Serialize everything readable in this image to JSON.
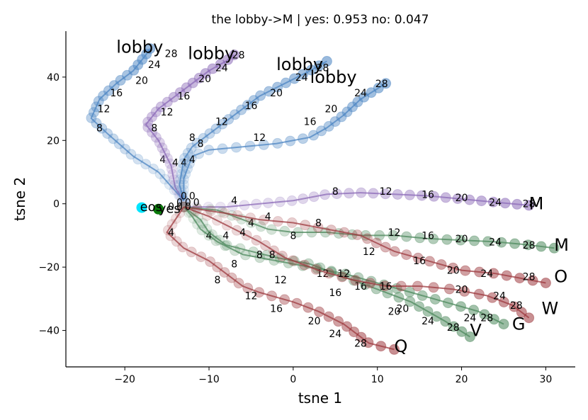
{
  "chart_data": {
    "type": "scatter",
    "title": "the lobby->M | yes: 0.953 no: 0.047",
    "xlabel": "tsne 1",
    "ylabel": "tsne 2",
    "xlim": [
      -27,
      33.5
    ],
    "ylim": [
      -51.5,
      54.5
    ],
    "xticks": [
      -20,
      -10,
      0,
      10,
      20,
      30
    ],
    "yticks": [
      -40,
      -20,
      0,
      20,
      40
    ],
    "grid": false,
    "colors": {
      "blue": "#4d86c3",
      "purple": "#8c6bb8",
      "green": "#4e8a5e",
      "red": "#9e3a3f",
      "eos": "#00e5ff",
      "yes": "#0a7a0a"
    },
    "markers": [
      {
        "label": "eos",
        "x": -18,
        "y": -1.2,
        "color": "eos"
      },
      {
        "label": "yes",
        "x": -16,
        "y": -1.7,
        "color": "yes"
      }
    ],
    "series": [
      {
        "color": "blue",
        "end_label": "lobby",
        "end": [
          -21,
          49.5
        ],
        "waypoints": [
          [
            -13,
            1
          ],
          [
            -14,
            4
          ],
          [
            -16,
            10
          ],
          [
            -19,
            15
          ],
          [
            -22,
            22
          ],
          [
            -24,
            27
          ],
          [
            -23,
            33
          ],
          [
            -21,
            38
          ],
          [
            -19,
            42
          ],
          [
            -17.5,
            47
          ],
          [
            -17,
            49
          ]
        ],
        "step_labels": [
          {
            "t": "4",
            "x": -15.5,
            "y": 14
          },
          {
            "t": "8",
            "x": -23,
            "y": 24
          },
          {
            "t": "12",
            "x": -22.5,
            "y": 30
          },
          {
            "t": "16",
            "x": -21,
            "y": 35
          },
          {
            "t": "20",
            "x": -18,
            "y": 39
          },
          {
            "t": "24",
            "x": -16.5,
            "y": 44
          },
          {
            "t": "28",
            "x": -14.5,
            "y": 47.5
          }
        ]
      },
      {
        "color": "purple",
        "end_label": "lobby",
        "end": [
          -12.5,
          47.5
        ],
        "waypoints": [
          [
            -13,
            1
          ],
          [
            -14,
            5
          ],
          [
            -14.5,
            12
          ],
          [
            -16,
            20
          ],
          [
            -17.5,
            25
          ],
          [
            -16,
            30
          ],
          [
            -14,
            34
          ],
          [
            -12,
            38
          ],
          [
            -10,
            42
          ],
          [
            -8,
            45
          ],
          [
            -7,
            47
          ]
        ],
        "step_labels": [
          {
            "t": "4",
            "x": -14,
            "y": 13
          },
          {
            "t": "8",
            "x": -16.5,
            "y": 24
          },
          {
            "t": "12",
            "x": -15,
            "y": 29
          },
          {
            "t": "16",
            "x": -13,
            "y": 34
          },
          {
            "t": "20",
            "x": -10.5,
            "y": 39.5
          },
          {
            "t": "24",
            "x": -8.5,
            "y": 43
          },
          {
            "t": "28",
            "x": -6.5,
            "y": 47
          }
        ]
      },
      {
        "color": "blue",
        "end_label": "lobby",
        "end": [
          -2,
          44
        ],
        "waypoints": [
          [
            -13,
            1
          ],
          [
            -13.5,
            6
          ],
          [
            -13,
            14
          ],
          [
            -12,
            18
          ],
          [
            -10,
            22
          ],
          [
            -8,
            26
          ],
          [
            -6,
            30
          ],
          [
            -4,
            34
          ],
          [
            -1,
            38
          ],
          [
            2,
            42
          ],
          [
            4,
            45
          ]
        ],
        "step_labels": [
          {
            "t": "4",
            "x": -13,
            "y": 13
          },
          {
            "t": "8",
            "x": -12,
            "y": 21
          },
          {
            "t": "12",
            "x": -8.5,
            "y": 26
          },
          {
            "t": "16",
            "x": -5,
            "y": 31
          },
          {
            "t": "20",
            "x": -2,
            "y": 35
          },
          {
            "t": "24",
            "x": 1,
            "y": 40
          },
          {
            "t": "28",
            "x": 3.5,
            "y": 43
          }
        ]
      },
      {
        "color": "blue",
        "end_label": "lobby",
        "end": [
          2,
          40
        ],
        "waypoints": [
          [
            -13,
            1
          ],
          [
            -13,
            8
          ],
          [
            -12,
            15
          ],
          [
            -10,
            17
          ],
          [
            -6,
            18
          ],
          [
            -2,
            19
          ],
          [
            2,
            21
          ],
          [
            4,
            24
          ],
          [
            6,
            28
          ],
          [
            8,
            33
          ],
          [
            11,
            38
          ]
        ],
        "step_labels": [
          {
            "t": "4",
            "x": -12,
            "y": 14
          },
          {
            "t": "8",
            "x": -11,
            "y": 19
          },
          {
            "t": "12",
            "x": -4,
            "y": 21
          },
          {
            "t": "16",
            "x": 2,
            "y": 26
          },
          {
            "t": "20",
            "x": 4.5,
            "y": 30
          },
          {
            "t": "24",
            "x": 8,
            "y": 35
          },
          {
            "t": "28",
            "x": 10.5,
            "y": 38
          }
        ]
      },
      {
        "color": "purple",
        "end_label": "M",
        "end": [
          28,
          0
        ],
        "waypoints": [
          [
            -13,
            -1
          ],
          [
            -8,
            -1
          ],
          [
            -4,
            0
          ],
          [
            0,
            1
          ],
          [
            4,
            3
          ],
          [
            8,
            3.5
          ],
          [
            12,
            3
          ],
          [
            16,
            2.5
          ],
          [
            20,
            1.5
          ],
          [
            24,
            0.5
          ],
          [
            28,
            -0.5
          ]
        ],
        "step_labels": [
          {
            "t": "4",
            "x": -7,
            "y": 1
          },
          {
            "t": "8",
            "x": 5,
            "y": 4
          },
          {
            "t": "12",
            "x": 11,
            "y": 4
          },
          {
            "t": "16",
            "x": 16,
            "y": 3
          },
          {
            "t": "20",
            "x": 20,
            "y": 2
          },
          {
            "t": "24",
            "x": 24,
            "y": 0.5
          },
          {
            "t": "28",
            "x": 28,
            "y": 0
          }
        ]
      },
      {
        "color": "green",
        "end_label": "M",
        "end": [
          31,
          -13
        ],
        "waypoints": [
          [
            -13,
            -1
          ],
          [
            -9,
            -2
          ],
          [
            -6,
            -5
          ],
          [
            -3,
            -8
          ],
          [
            0,
            -9
          ],
          [
            4,
            -9
          ],
          [
            8,
            -10
          ],
          [
            12,
            -10
          ],
          [
            16,
            -11
          ],
          [
            20,
            -11.5
          ],
          [
            24,
            -12
          ],
          [
            28,
            -13
          ],
          [
            31,
            -14
          ]
        ],
        "step_labels": [
          {
            "t": "4",
            "x": -5,
            "y": -6
          },
          {
            "t": "8",
            "x": 0,
            "y": -10
          },
          {
            "t": "12",
            "x": 12,
            "y": -9
          },
          {
            "t": "16",
            "x": 16,
            "y": -10
          },
          {
            "t": "20",
            "x": 20,
            "y": -11
          },
          {
            "t": "24",
            "x": 24,
            "y": -12
          },
          {
            "t": "28",
            "x": 28,
            "y": -13
          }
        ]
      },
      {
        "color": "red",
        "end_label": "O",
        "end": [
          31,
          -23
        ],
        "waypoints": [
          [
            -13,
            -1
          ],
          [
            -8,
            -3
          ],
          [
            -4,
            -5
          ],
          [
            0,
            -6
          ],
          [
            4,
            -8
          ],
          [
            8,
            -10
          ],
          [
            12,
            -15
          ],
          [
            16,
            -18
          ],
          [
            20,
            -21
          ],
          [
            24,
            -22
          ],
          [
            28,
            -24
          ],
          [
            30,
            -25
          ]
        ],
        "step_labels": [
          {
            "t": "4",
            "x": -3,
            "y": -4
          },
          {
            "t": "8",
            "x": 3,
            "y": -6
          },
          {
            "t": "12",
            "x": 9,
            "y": -15
          },
          {
            "t": "16",
            "x": 15,
            "y": -18
          },
          {
            "t": "20",
            "x": 19,
            "y": -21
          },
          {
            "t": "24",
            "x": 23,
            "y": -22
          },
          {
            "t": "28",
            "x": 28,
            "y": -23
          }
        ]
      },
      {
        "color": "green",
        "end_label": "G",
        "end": [
          26,
          -38
        ],
        "waypoints": [
          [
            -13,
            -1
          ],
          [
            -12,
            -4
          ],
          [
            -11,
            -8
          ],
          [
            -9,
            -12
          ],
          [
            -6,
            -16
          ],
          [
            -2,
            -18
          ],
          [
            2,
            -20
          ],
          [
            6,
            -22
          ],
          [
            10,
            -25
          ],
          [
            14,
            -28
          ],
          [
            18,
            -31
          ],
          [
            22,
            -34
          ],
          [
            25,
            -38
          ]
        ],
        "step_labels": [
          {
            "t": "4",
            "x": -10,
            "y": -10
          },
          {
            "t": "8",
            "x": -7,
            "y": -19
          },
          {
            "t": "12",
            "x": -1.5,
            "y": -24
          },
          {
            "t": "16",
            "x": 5,
            "y": -28
          },
          {
            "t": "20",
            "x": 13,
            "y": -33
          },
          {
            "t": "24",
            "x": 21,
            "y": -36
          },
          {
            "t": "28",
            "x": 23,
            "y": -36
          }
        ]
      },
      {
        "color": "green",
        "end_label": "V",
        "end": [
          21,
          -40
        ],
        "waypoints": [
          [
            -13,
            -1
          ],
          [
            -11,
            -5
          ],
          [
            -10,
            -9
          ],
          [
            -8,
            -13
          ],
          [
            -5,
            -15
          ],
          [
            -2,
            -17
          ],
          [
            2,
            -19
          ],
          [
            6,
            -23
          ],
          [
            10,
            -27
          ],
          [
            14,
            -31
          ],
          [
            18,
            -37
          ],
          [
            21,
            -42
          ]
        ],
        "step_labels": [
          {
            "t": "4",
            "x": -8,
            "y": -10
          },
          {
            "t": "8",
            "x": -4,
            "y": -16
          },
          {
            "t": "12",
            "x": 3.5,
            "y": -22
          },
          {
            "t": "16",
            "x": 8,
            "y": -26
          },
          {
            "t": "20",
            "x": 12,
            "y": -34
          },
          {
            "t": "24",
            "x": 16,
            "y": -37
          },
          {
            "t": "28",
            "x": 19,
            "y": -39
          }
        ]
      },
      {
        "color": "red",
        "end_label": "W",
        "end": [
          29.5,
          -33
        ],
        "waypoints": [
          [
            -13,
            -1
          ],
          [
            -10,
            -4
          ],
          [
            -7,
            -8
          ],
          [
            -4,
            -12
          ],
          [
            -1,
            -17
          ],
          [
            3,
            -21
          ],
          [
            7,
            -24
          ],
          [
            11,
            -26
          ],
          [
            15,
            -26
          ],
          [
            19,
            -27
          ],
          [
            23,
            -29
          ],
          [
            26,
            -32
          ],
          [
            28,
            -36
          ]
        ],
        "step_labels": [
          {
            "t": "4",
            "x": -6,
            "y": -9
          },
          {
            "t": "8",
            "x": -2.5,
            "y": -16
          },
          {
            "t": "12",
            "x": 6,
            "y": -22
          },
          {
            "t": "16",
            "x": 11,
            "y": -26
          },
          {
            "t": "20",
            "x": 20,
            "y": -27
          },
          {
            "t": "24",
            "x": 24.5,
            "y": -29
          },
          {
            "t": "28",
            "x": 26.5,
            "y": -32
          }
        ]
      },
      {
        "color": "red",
        "end_label": "Q",
        "end": [
          12,
          -45
        ],
        "waypoints": [
          [
            -13,
            -1
          ],
          [
            -14,
            -5
          ],
          [
            -15,
            -9
          ],
          [
            -13,
            -14
          ],
          [
            -10,
            -18
          ],
          [
            -8,
            -22
          ],
          [
            -6,
            -26
          ],
          [
            -4,
            -28
          ],
          [
            0,
            -31
          ],
          [
            3,
            -34
          ],
          [
            6,
            -38
          ],
          [
            9,
            -44
          ],
          [
            12,
            -46
          ]
        ],
        "step_labels": [
          {
            "t": "4",
            "x": -14.5,
            "y": -9
          },
          {
            "t": "8",
            "x": -9,
            "y": -24
          },
          {
            "t": "12",
            "x": -5,
            "y": -29
          },
          {
            "t": "16",
            "x": -2,
            "y": -33
          },
          {
            "t": "20",
            "x": 2.5,
            "y": -37
          },
          {
            "t": "24",
            "x": 5,
            "y": -41
          },
          {
            "t": "28",
            "x": 8,
            "y": -44
          }
        ]
      }
    ],
    "center_labels": [
      {
        "t": "0",
        "x": -13,
        "y": 2.5
      },
      {
        "t": "0",
        "x": -12,
        "y": 2.5
      },
      {
        "t": "0",
        "x": -13.5,
        "y": 0.5
      },
      {
        "t": "0",
        "x": -12.5,
        "y": 0.5
      },
      {
        "t": "0",
        "x": -11.5,
        "y": 0.5
      },
      {
        "t": "0",
        "x": -14.5,
        "y": -0.8
      },
      {
        "t": "0",
        "x": -13.5,
        "y": -0.8
      },
      {
        "t": "0",
        "x": -12.5,
        "y": -0.8
      }
    ]
  }
}
